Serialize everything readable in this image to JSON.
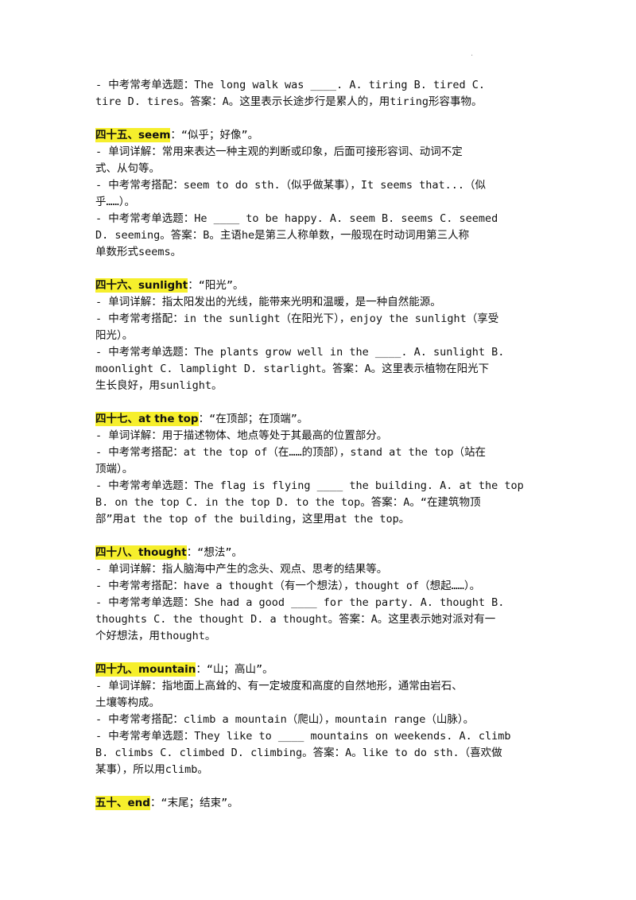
{
  "page_marker": ".",
  "intro": {
    "lines": [
      "- 中考常考单选题：The long walk was ____. A. tiring  B. tired  C.",
      "tire  D. tires。答案：A。这里表示长途步行是累人的，用tiring形容事物。"
    ]
  },
  "entries": [
    {
      "num": "四十五、",
      "word": "seem",
      "meaning": "：“似乎；好像”。",
      "lines": [
        "- 单词详解：常用来表达一种主观的判断或印象，后面可接形容词、动词不定",
        "式、从句等。",
        "- 中考常考搭配：seem to do sth.（似乎做某事），It seems that...（似",
        "乎……）。",
        "- 中考常考单选题：He ____ to be happy. A. seem  B. seems  C. seemed",
        "D. seeming。答案：B。主语he是第三人称单数，一般现在时动词用第三人称",
        "单数形式seems。"
      ]
    },
    {
      "num": "四十六、",
      "word": "sunlight",
      "meaning": "：“阳光”。",
      "lines": [
        "- 单词详解：指太阳发出的光线，能带来光明和温暖，是一种自然能源。",
        "- 中考常考搭配：in the sunlight（在阳光下），enjoy the sunlight（享受",
        "阳光）。",
        "- 中考常考单选题：The plants grow well in the ____. A. sunlight  B.",
        "moonlight  C. lamplight  D. starlight。答案：A。这里表示植物在阳光下",
        "生长良好，用sunlight。"
      ]
    },
    {
      "num": "四十七、",
      "word": "at the top",
      "meaning": "：“在顶部；在顶端”。",
      "lines": [
        "- 单词详解：用于描述物体、地点等处于其最高的位置部分。",
        "- 中考常考搭配：at the top of（在……的顶部），stand at the top（站在",
        "顶端）。",
        "- 中考常考单选题：The flag is flying ____ the building. A. at the top",
        "B. on the top  C. in the top  D. to the top。答案：A。“在建筑物顶",
        "部”用at the top of the building，这里用at the top。"
      ]
    },
    {
      "num": "四十八、",
      "word": "thought",
      "meaning": "：“想法”。",
      "lines": [
        "- 单词详解：指人脑海中产生的念头、观点、思考的结果等。",
        "- 中考常考搭配：have a thought（有一个想法），thought of（想起……）。",
        "- 中考常考单选题：She had a good ____ for the party. A. thought  B.",
        "thoughts  C. the thought  D. a thought。答案：A。这里表示她对派对有一",
        "个好想法，用thought。"
      ]
    },
    {
      "num": "四十九、",
      "word": "mountain",
      "meaning": "：“山；高山”。",
      "lines": [
        "- 单词详解：指地面上高耸的、有一定坡度和高度的自然地形，通常由岩石、",
        "土壤等构成。",
        "- 中考常考搭配：climb a mountain（爬山），mountain range（山脉）。",
        "- 中考常考单选题：They like to ____ mountains on weekends. A. climb",
        "B. climbs  C. climbed  D. climbing。答案：A。like to do sth.（喜欢做",
        "某事），所以用climb。"
      ]
    },
    {
      "num": "五十、",
      "word": "end",
      "meaning": "：“末尾；结束”。",
      "lines": []
    }
  ]
}
